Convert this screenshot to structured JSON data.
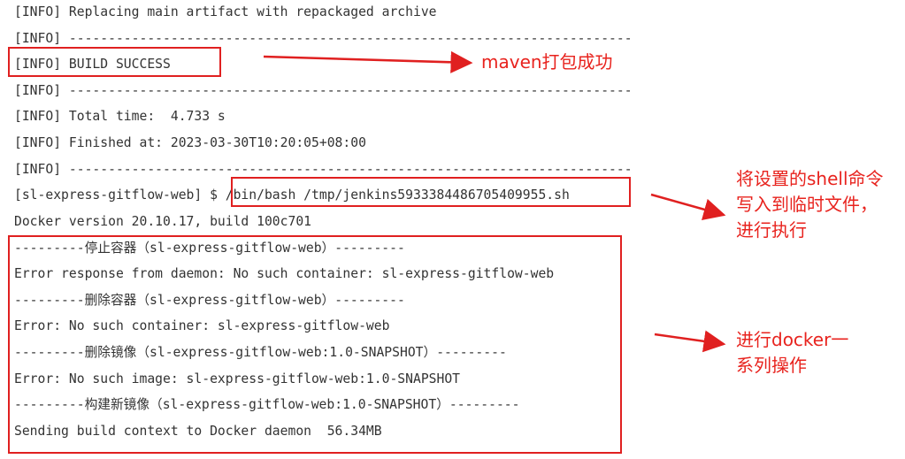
{
  "console": {
    "lines": [
      "[INFO] Replacing main artifact with repackaged archive",
      "[INFO] ------------------------------------------------------------------------",
      "[INFO] BUILD SUCCESS",
      "[INFO] ------------------------------------------------------------------------",
      "[INFO] Total time:  4.733 s",
      "[INFO] Finished at: 2023-03-30T10:20:05+08:00",
      "[INFO] ------------------------------------------------------------------------",
      "[sl-express-gitflow-web] $ /bin/bash /tmp/jenkins5933384486705409955.sh",
      "Docker version 20.10.17, build 100c701",
      "---------停止容器（sl-express-gitflow-web）---------",
      "Error response from daemon: No such container: sl-express-gitflow-web",
      "---------删除容器（sl-express-gitflow-web）---------",
      "Error: No such container: sl-express-gitflow-web",
      "---------删除镜像（sl-express-gitflow-web:1.0-SNAPSHOT）---------",
      "Error: No such image: sl-express-gitflow-web:1.0-SNAPSHOT",
      "---------构建新镜像（sl-express-gitflow-web:1.0-SNAPSHOT）---------",
      "Sending build context to Docker daemon  56.34MB"
    ]
  },
  "annotations": {
    "build_success": "maven打包成功",
    "shell_script": "将设置的shell命令\n写入到临时文件，\n进行执行",
    "docker_ops": "进行docker一\n系列操作"
  },
  "colors": {
    "annotation": "#e02020",
    "text": "#333333"
  }
}
